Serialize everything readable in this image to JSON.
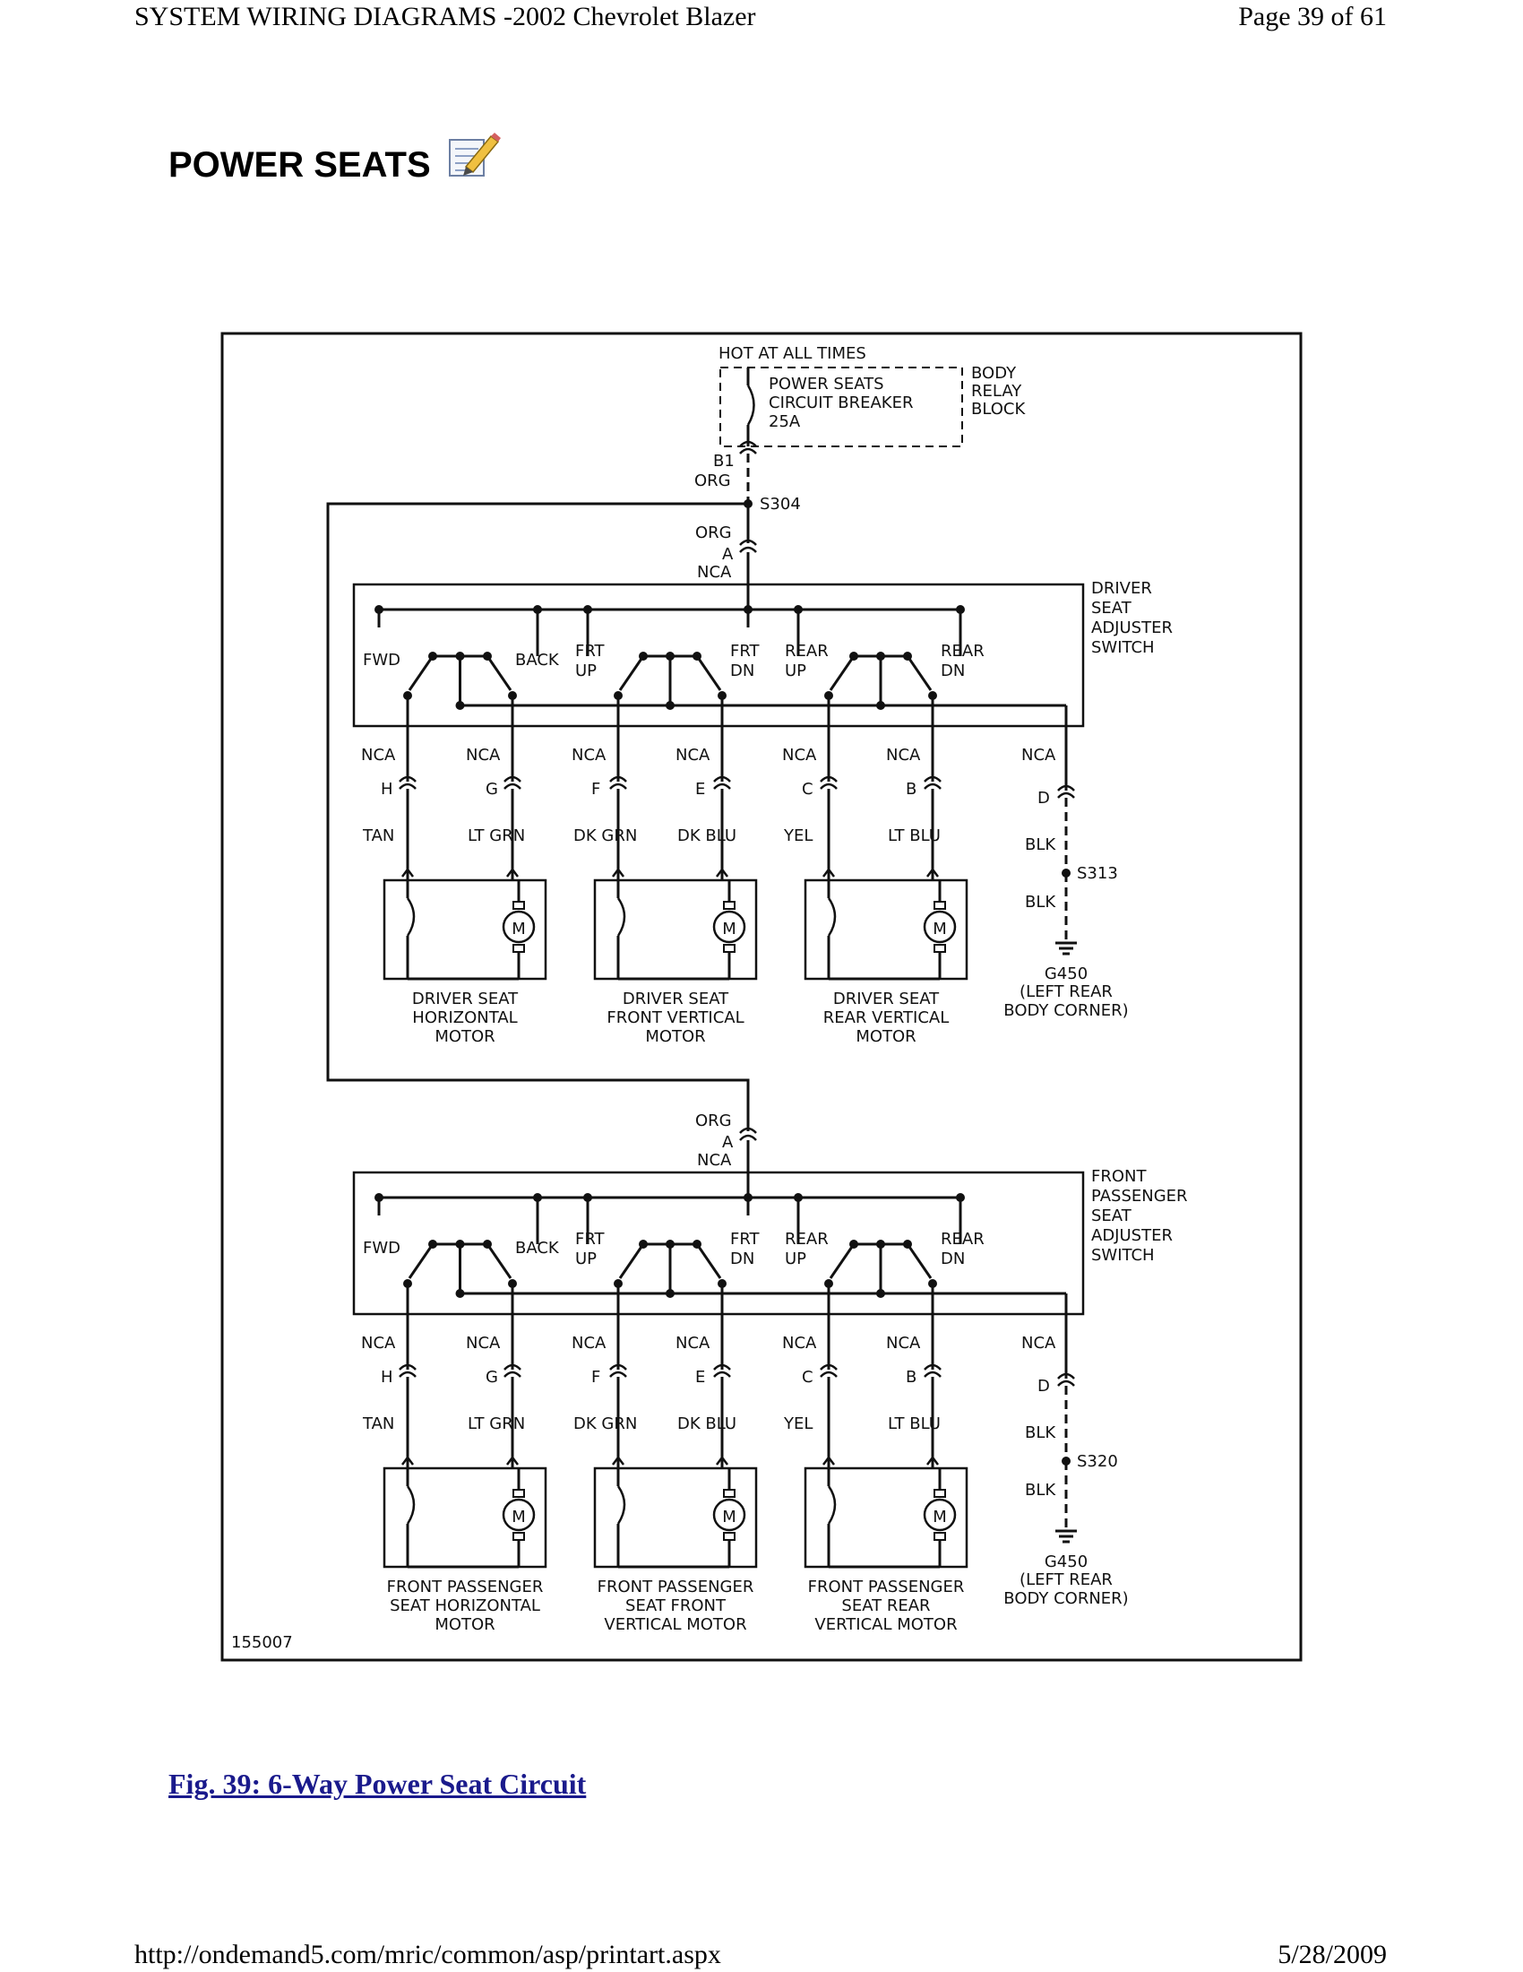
{
  "header": {
    "document_title": "SYSTEM WIRING DIAGRAMS -2002 Chevrolet Blazer",
    "page_indicator": "Page 39 of 61"
  },
  "section_title": "POWER SEATS",
  "footer": {
    "url": "http://ondemand5.com/mric/common/asp/printart.aspx",
    "date": "5/28/2009"
  },
  "figure": {
    "caption": "Fig. 39: 6-Way Power Seat Circuit",
    "art_number": "155007"
  },
  "diagram": {
    "supply": {
      "hot_label": "HOT AT ALL TIMES",
      "breaker_lines": [
        "POWER SEATS",
        "CIRCUIT BREAKER",
        "25A"
      ],
      "block_lines": [
        "BODY",
        "RELAY",
        "BLOCK"
      ],
      "terminal": "B1",
      "wire_color": "ORG",
      "splice": "S304"
    },
    "connector_labels": {
      "nca": "NCA",
      "pin_a": "A",
      "wire_org": "ORG"
    },
    "direction_labels": {
      "fwd": "FWD",
      "back": "BACK",
      "frt_up": [
        "FRT",
        "UP"
      ],
      "frt_dn": [
        "FRT",
        "DN"
      ],
      "rear_up": [
        "REAR",
        "UP"
      ],
      "rear_dn": [
        "REAR",
        "DN"
      ]
    },
    "pins": [
      "H",
      "G",
      "F",
      "E",
      "C",
      "B",
      "D"
    ],
    "wire_colors": [
      "TAN",
      "LT GRN",
      "DK GRN",
      "DK BLU",
      "YEL",
      "LT BLU"
    ],
    "ground_wire": "BLK",
    "ground": {
      "id": "G450",
      "location_lines": [
        "(LEFT REAR",
        "BODY CORNER)"
      ]
    },
    "motor_symbol": "M",
    "driver": {
      "switch_lines": [
        "DRIVER",
        "SEAT",
        "ADJUSTER",
        "SWITCH"
      ],
      "ground_splice": "S313",
      "motors": [
        [
          "DRIVER SEAT",
          "HORIZONTAL",
          "MOTOR"
        ],
        [
          "DRIVER SEAT",
          "FRONT VERTICAL",
          "MOTOR"
        ],
        [
          "DRIVER SEAT",
          "REAR VERTICAL",
          "MOTOR"
        ]
      ]
    },
    "passenger": {
      "switch_lines": [
        "FRONT",
        "PASSENGER",
        "SEAT",
        "ADJUSTER",
        "SWITCH"
      ],
      "ground_splice": "S320",
      "motors": [
        [
          "FRONT PASSENGER",
          "SEAT HORIZONTAL",
          "MOTOR"
        ],
        [
          "FRONT PASSENGER",
          "SEAT FRONT",
          "VERTICAL MOTOR"
        ],
        [
          "FRONT PASSENGER",
          "SEAT REAR",
          "VERTICAL MOTOR"
        ]
      ]
    }
  }
}
